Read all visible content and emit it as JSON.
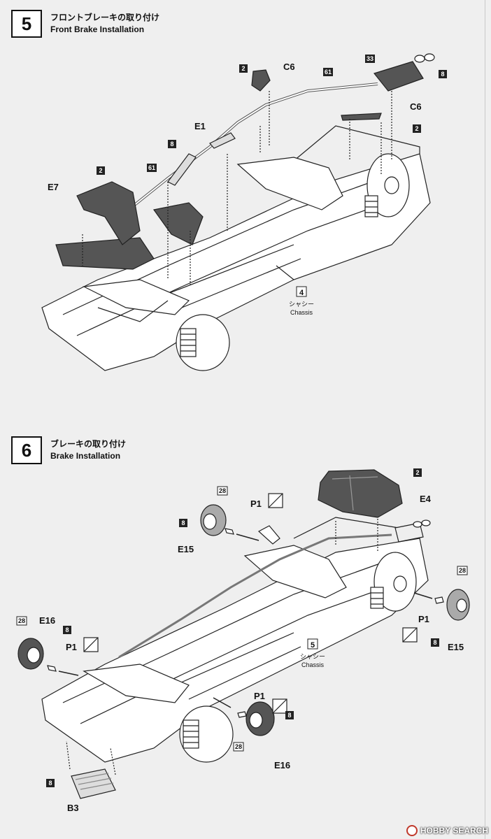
{
  "step5": {
    "number": "5",
    "title_jp": "フロントブレーキの取り付け",
    "title_en": "Front Brake Installation",
    "chassis_no": "4",
    "chassis_jp": "シャシー",
    "chassis_en": "Chassis",
    "labels": {
      "c6a": "C6",
      "c6b": "C6",
      "e1": "E1",
      "e7": "E7",
      "b2a": "2",
      "b2b": "2",
      "b2c": "2",
      "b61a": "61",
      "b61b": "61",
      "b33": "33",
      "b8a": "8",
      "b8b": "8"
    }
  },
  "step6": {
    "number": "6",
    "title_jp": "ブレーキの取り付け",
    "title_en": "Brake Installation",
    "chassis_no": "5",
    "chassis_jp": "シャシー",
    "chassis_en": "Chassis",
    "labels": {
      "e4": "E4",
      "b2": "2",
      "p1a": "P1",
      "p1b": "P1",
      "p1c": "P1",
      "p1d": "P1",
      "e15a": "E15",
      "e15b": "E15",
      "e16a": "E16",
      "e16b": "E16",
      "b3": "B3",
      "b28a": "28",
      "b28b": "28",
      "b28c": "28",
      "b28d": "28",
      "b8a": "8",
      "b8b": "8",
      "b8c": "8",
      "b8d": "8",
      "b8e": "8"
    }
  },
  "watermark": "HOBBY SEARCH"
}
